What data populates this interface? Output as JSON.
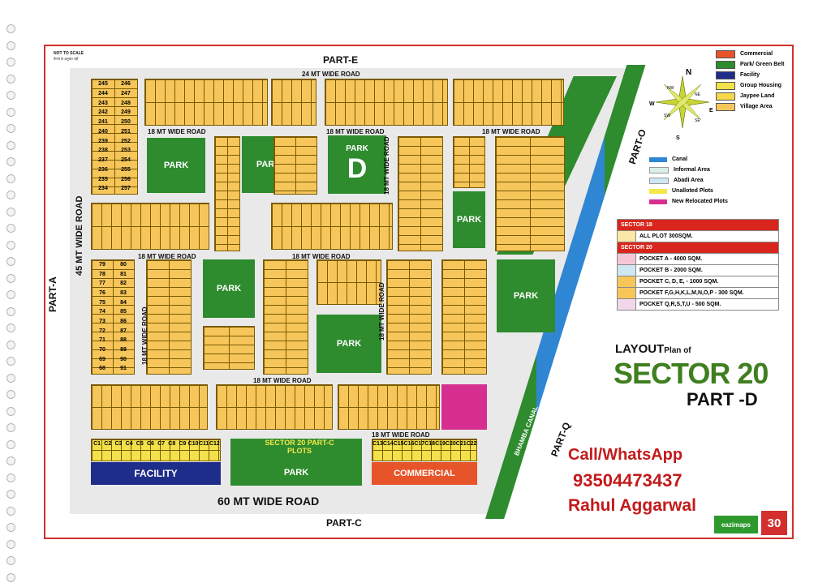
{
  "header": {
    "not_to_scale": "NOT TO SCALE",
    "not_to_scale_hindi": "पैमाने के अनुसार नहीं",
    "part_e": "PART-E",
    "part_a": "PART-A",
    "part_c": "PART-C",
    "part_o": "PART-O",
    "part_q": "PART-Q"
  },
  "roads": {
    "top": "24 MT WIDE ROAD",
    "left": "45 MT WIDE ROAD",
    "bottom": "60 MT WIDE ROAD",
    "r18": "18 MT WIDE ROAD",
    "canal": "BHAMBA CANAL"
  },
  "parks": {
    "park": "PARK",
    "d": "D",
    "facility": "FACILITY",
    "commercial": "COMMERCIAL",
    "sector20_partc": "SECTOR 20 PART-C PLOTS"
  },
  "plot_samples": {
    "a": [
      "245",
      "246",
      "244",
      "247",
      "243",
      "248",
      "242",
      "249",
      "241",
      "250",
      "240",
      "251",
      "239",
      "252",
      "238",
      "253",
      "237",
      "254",
      "236",
      "255",
      "235",
      "256",
      "234",
      "257"
    ],
    "b": [
      "79",
      "80",
      "78",
      "81",
      "77",
      "82",
      "76",
      "83",
      "75",
      "84",
      "74",
      "85",
      "73",
      "86",
      "72",
      "87",
      "71",
      "88",
      "70",
      "89",
      "69",
      "90",
      "68",
      "91"
    ],
    "c": [
      "C1",
      "C2",
      "C3",
      "C4",
      "C5",
      "C6",
      "C7",
      "C8",
      "C9",
      "C10",
      "C11",
      "C12"
    ],
    "d": [
      "C13",
      "C14",
      "C15",
      "C16",
      "C17",
      "C18",
      "C19",
      "C20",
      "C21",
      "C22"
    ]
  },
  "compass": {
    "n": "N",
    "s": "S",
    "e": "E",
    "w": "W",
    "ne": "NE",
    "nw": "NW",
    "se": "SE",
    "sw": "SW"
  },
  "legend1": [
    {
      "label": "Commercial",
      "color": "#e8542a"
    },
    {
      "label": "Park/ Green Belt",
      "color": "#2e8b2e"
    },
    {
      "label": "Facility",
      "color": "#1f2d8a"
    },
    {
      "label": "Group Housing",
      "color": "#f2e14b"
    },
    {
      "label": "Jaypee Land",
      "color": "#f5d94a"
    },
    {
      "label": "Village Area",
      "color": "#f6c65b"
    }
  ],
  "legend2": [
    {
      "label": "Canal",
      "color": "#2f86d3"
    },
    {
      "label": "Informal Area",
      "color": "#d8f0e8"
    },
    {
      "label": "Abadi Area",
      "color": "#cfe6f3"
    },
    {
      "label": "Unalloted Plots",
      "color": "#f4e84a"
    },
    {
      "label": "New Relocated Plots",
      "color": "#d62f8f"
    }
  ],
  "info_table": {
    "sector18": "SECTOR 18",
    "all_plot": "ALL PLOT  300SQM.",
    "sector20": "SECTOR 20",
    "rows": [
      {
        "label": "POCKET A    - 4000 SQM.",
        "color": "#f4c6d6"
      },
      {
        "label": "POCKET B    - 2000 SQM.",
        "color": "#cfe6f3"
      },
      {
        "label": "POCKET C, D, E, - 1000 SQM.",
        "color": "#f6c65b"
      },
      {
        "label": "POCKET  F,G,H,K,L,M,N,O,P - 300 SQM.",
        "color": "#f6c65b"
      },
      {
        "label": "POCKET Q,R,S,T,U  - 500 SQM.",
        "color": "#f2d7ea"
      }
    ]
  },
  "title": {
    "layout": "LAYOUT",
    "plan_of": "Plan of",
    "sector": "SECTOR 20",
    "part": "PART -D"
  },
  "contact": {
    "call": "Call/WhatsApp",
    "phone": "93504473437",
    "name": "Rahul Aggarwal"
  },
  "brand": {
    "logo": "eazimaps",
    "page": "30"
  }
}
